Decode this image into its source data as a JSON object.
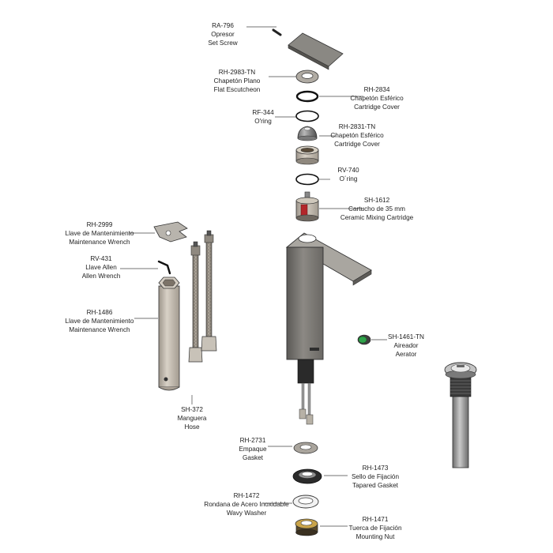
{
  "parts": [
    {
      "id": "ra796",
      "code": "RA-796",
      "lines": [
        "Opresor",
        "Set Screw"
      ]
    },
    {
      "id": "rh2983",
      "code": "RH-2983-TN",
      "lines": [
        "Chapetón Plano",
        "Flat Escutcheon"
      ]
    },
    {
      "id": "rh2834",
      "code": "RH-2834",
      "lines": [
        "Chapetón Esférico",
        "Cartridge Cover"
      ]
    },
    {
      "id": "rf344",
      "code": "RF-344",
      "lines": [
        "O'ring"
      ]
    },
    {
      "id": "rh2831",
      "code": "RH-2831-TN",
      "lines": [
        "Chapetón Esférico",
        "Cartridge Cover"
      ]
    },
    {
      "id": "rv740",
      "code": "RV-740",
      "lines": [
        "O´ring"
      ]
    },
    {
      "id": "sh1612",
      "code": "SH-1612",
      "lines": [
        "Cartucho de 35 mm",
        "Ceramic Mixing Cartridge"
      ]
    },
    {
      "id": "rh2999",
      "code": "RH-2999",
      "lines": [
        "Llave de Mantenimiento",
        "Maintenance Wrench"
      ]
    },
    {
      "id": "rv431",
      "code": "RV-431",
      "lines": [
        "Llave Allen",
        "Allen Wrench"
      ]
    },
    {
      "id": "rh1486",
      "code": "RH-1486",
      "lines": [
        "Llave de Mantenimiento",
        "Maintenance Wrench"
      ]
    },
    {
      "id": "sh1461",
      "code": "SH-1461-TN",
      "lines": [
        "Aireador",
        "Aerator"
      ]
    },
    {
      "id": "sh372",
      "code": "SH-372",
      "lines": [
        "Manguera",
        "Hose"
      ]
    },
    {
      "id": "rh2731",
      "code": "RH-2731",
      "lines": [
        "Empaque",
        "Gasket"
      ]
    },
    {
      "id": "rh1473",
      "code": "RH-1473",
      "lines": [
        "Sello de Fijación",
        "Tapared Gasket"
      ]
    },
    {
      "id": "rh1472",
      "code": "RH-1472",
      "lines": [
        "Rondana de Acero Inoxidable",
        "Wavy Washer"
      ]
    },
    {
      "id": "rh1471",
      "code": "RH-1471",
      "lines": [
        "Tuerca de Fijación",
        "Mounting Nut"
      ]
    }
  ]
}
